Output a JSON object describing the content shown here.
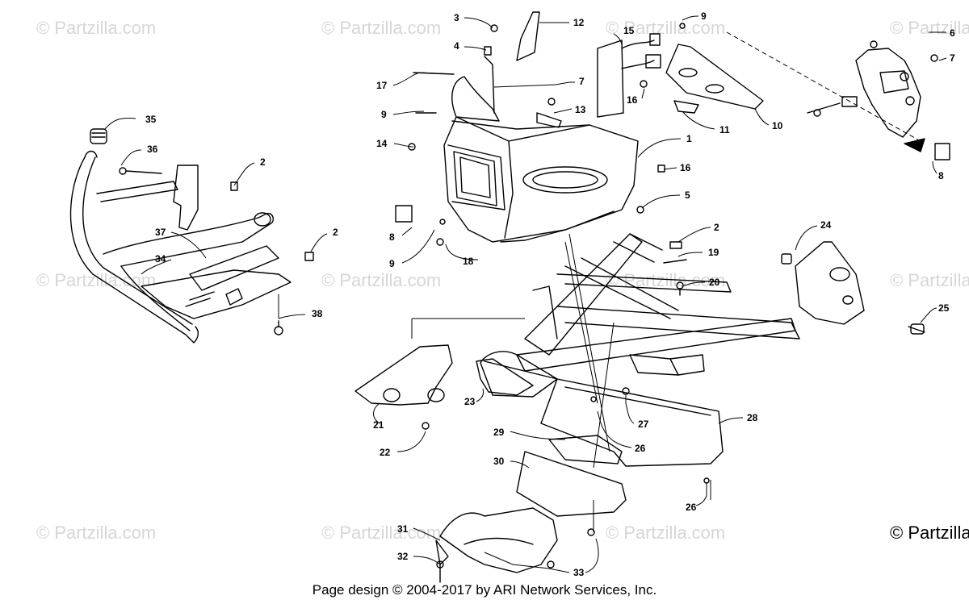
{
  "watermark": "© Partzilla.com",
  "corner_copyright": "© Partzilla.com",
  "footer_text": "Page design © 2004-2017 by ARI Network Services, Inc.",
  "callouts": [
    {
      "id": "c35",
      "label": "35"
    },
    {
      "id": "c36",
      "label": "36"
    },
    {
      "id": "c2a",
      "label": "2"
    },
    {
      "id": "c37",
      "label": "37"
    },
    {
      "id": "c34",
      "label": "34"
    },
    {
      "id": "c2b",
      "label": "2"
    },
    {
      "id": "c38",
      "label": "38"
    },
    {
      "id": "c3",
      "label": "3"
    },
    {
      "id": "c4",
      "label": "4"
    },
    {
      "id": "c12",
      "label": "12"
    },
    {
      "id": "c15",
      "label": "15"
    },
    {
      "id": "c9a",
      "label": "9"
    },
    {
      "id": "c17",
      "label": "17"
    },
    {
      "id": "c7a",
      "label": "7"
    },
    {
      "id": "c16a",
      "label": "16"
    },
    {
      "id": "c9b",
      "label": "9"
    },
    {
      "id": "c13",
      "label": "13"
    },
    {
      "id": "c11",
      "label": "11"
    },
    {
      "id": "c10",
      "label": "10"
    },
    {
      "id": "c14",
      "label": "14"
    },
    {
      "id": "c1",
      "label": "1"
    },
    {
      "id": "c16b",
      "label": "16"
    },
    {
      "id": "c5",
      "label": "5"
    },
    {
      "id": "c8a",
      "label": "8"
    },
    {
      "id": "c9c",
      "label": "9"
    },
    {
      "id": "c18",
      "label": "18"
    },
    {
      "id": "c2c",
      "label": "2"
    },
    {
      "id": "c19",
      "label": "19"
    },
    {
      "id": "c20",
      "label": "20"
    },
    {
      "id": "c6",
      "label": "6"
    },
    {
      "id": "c7b",
      "label": "7"
    },
    {
      "id": "c8b",
      "label": "8"
    },
    {
      "id": "c24",
      "label": "24"
    },
    {
      "id": "c25",
      "label": "25"
    },
    {
      "id": "c21",
      "label": "21"
    },
    {
      "id": "c22",
      "label": "22"
    },
    {
      "id": "c23",
      "label": "23"
    },
    {
      "id": "c27",
      "label": "27"
    },
    {
      "id": "c28",
      "label": "28"
    },
    {
      "id": "c29",
      "label": "29"
    },
    {
      "id": "c26a",
      "label": "26"
    },
    {
      "id": "c30",
      "label": "30"
    },
    {
      "id": "c26b",
      "label": "26"
    },
    {
      "id": "c31",
      "label": "31"
    },
    {
      "id": "c32",
      "label": "32"
    },
    {
      "id": "c33",
      "label": "33"
    }
  ]
}
